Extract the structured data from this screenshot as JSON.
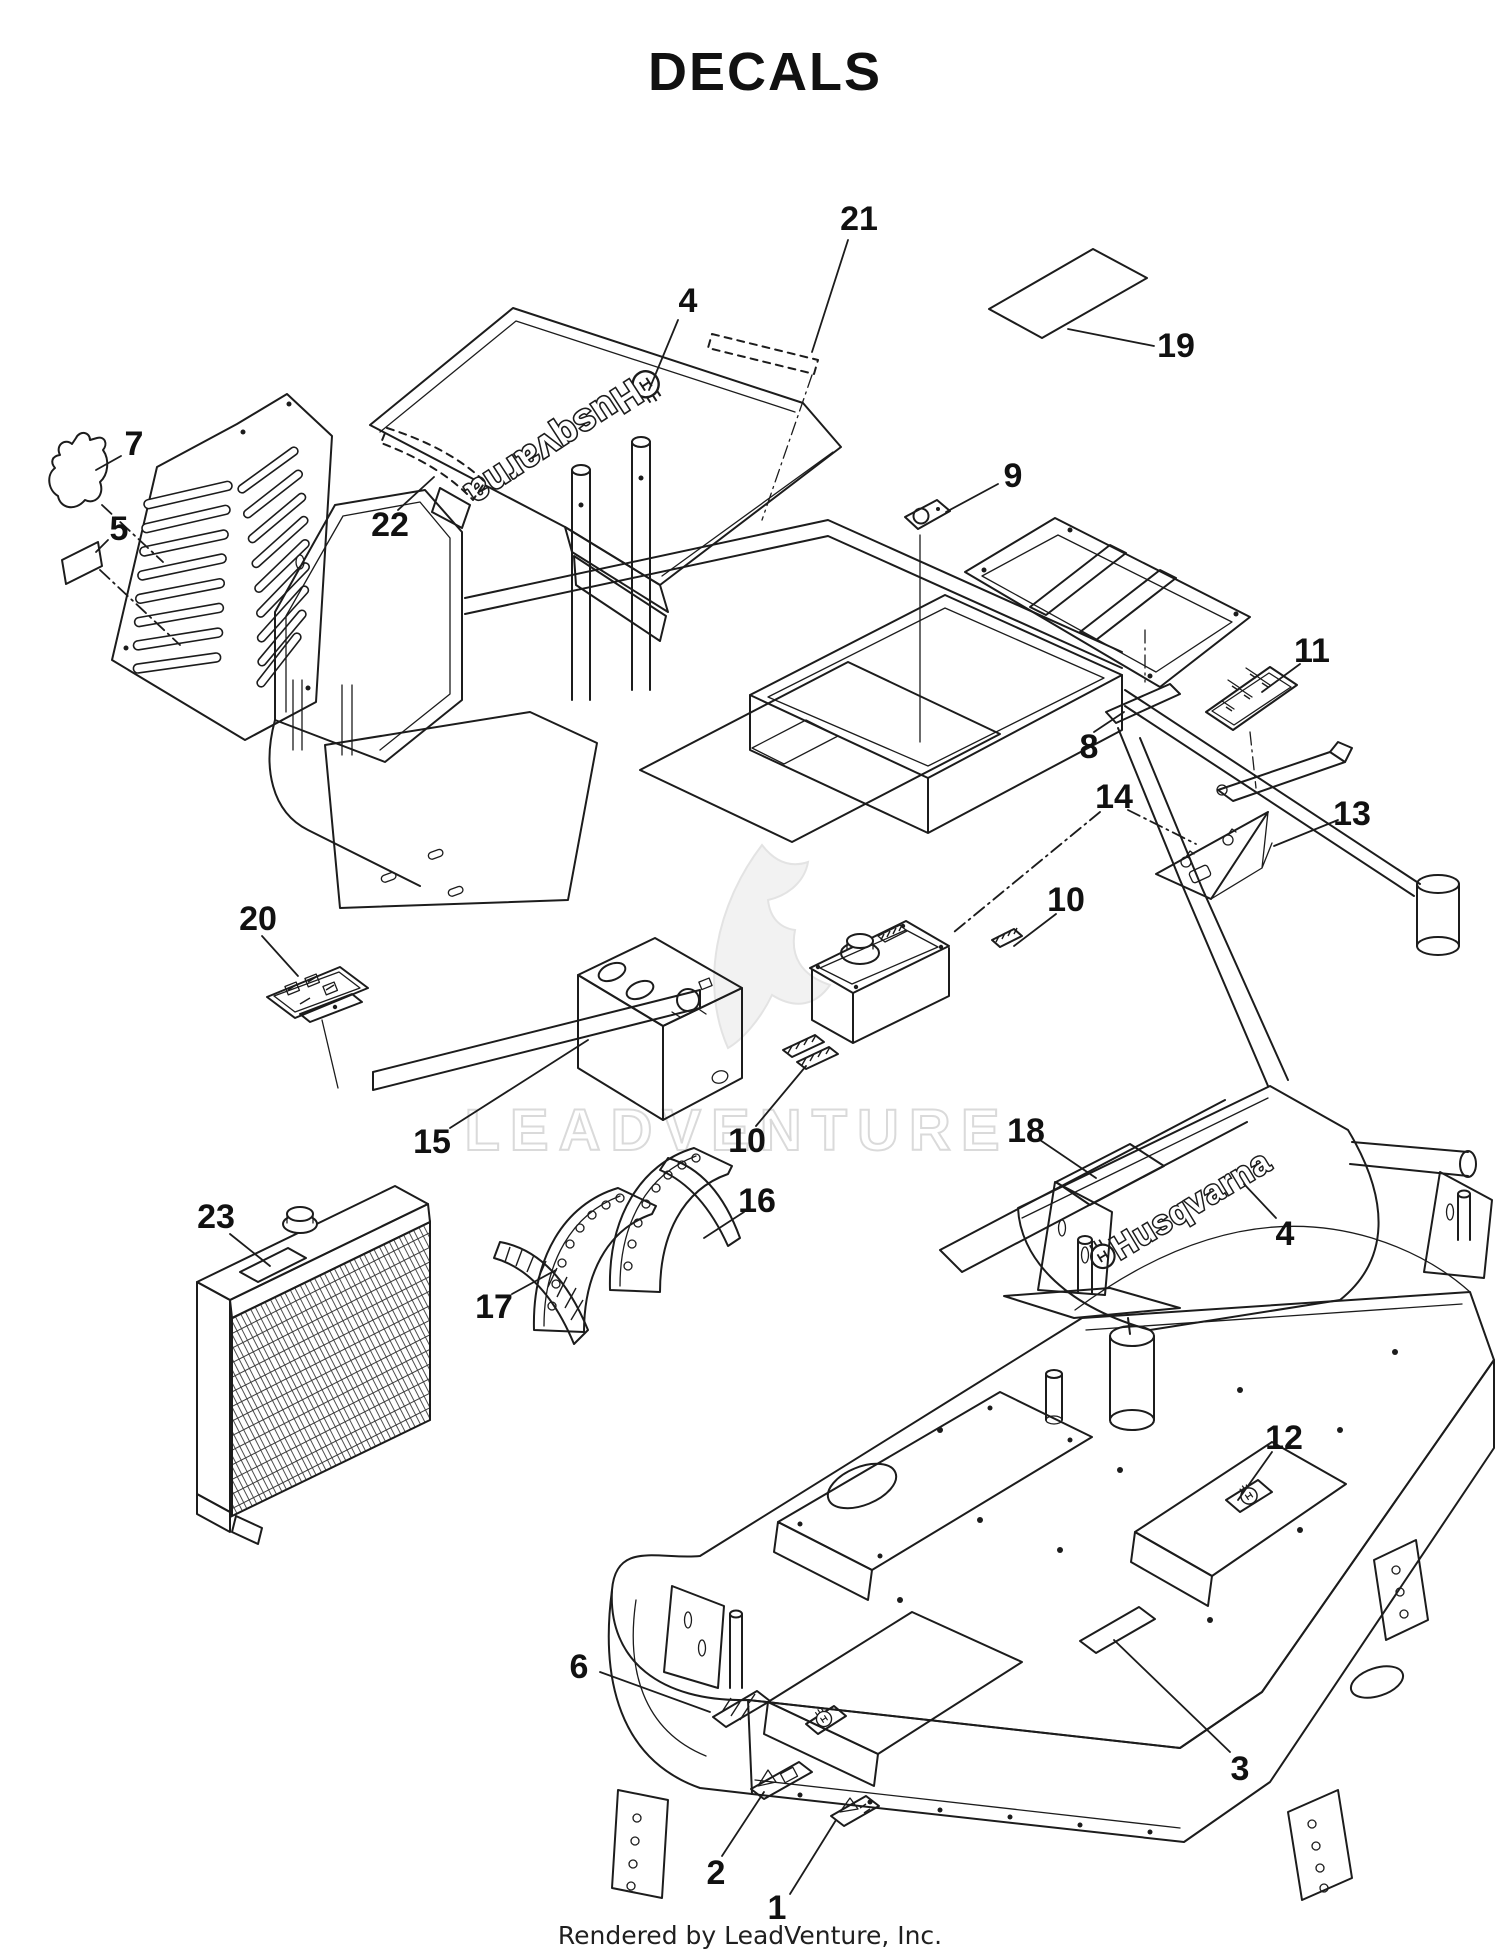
{
  "page": {
    "title": "DECALS",
    "footer": "Rendered by LeadVenture, Inc."
  },
  "watermark": {
    "text": "LEADVENTURE"
  },
  "brand": {
    "hood_logo": "Husqvarna",
    "bumper_logo": "Husqvarna"
  },
  "colors": {
    "line": "#1c1c1c",
    "watermark": "#dadada",
    "background": "#ffffff"
  },
  "callouts": {
    "c1": "1",
    "c2": "2",
    "c3": "3",
    "c4a": "4",
    "c4b": "4",
    "c5": "5",
    "c6": "6",
    "c7": "7",
    "c8": "8",
    "c9": "9",
    "c10a": "10",
    "c10b": "10",
    "c11": "11",
    "c12": "12",
    "c13": "13",
    "c14": "14",
    "c15": "15",
    "c16": "16",
    "c17": "17",
    "c18": "18",
    "c19": "19",
    "c20": "20",
    "c21": "21",
    "c22": "22",
    "c23": "23"
  }
}
